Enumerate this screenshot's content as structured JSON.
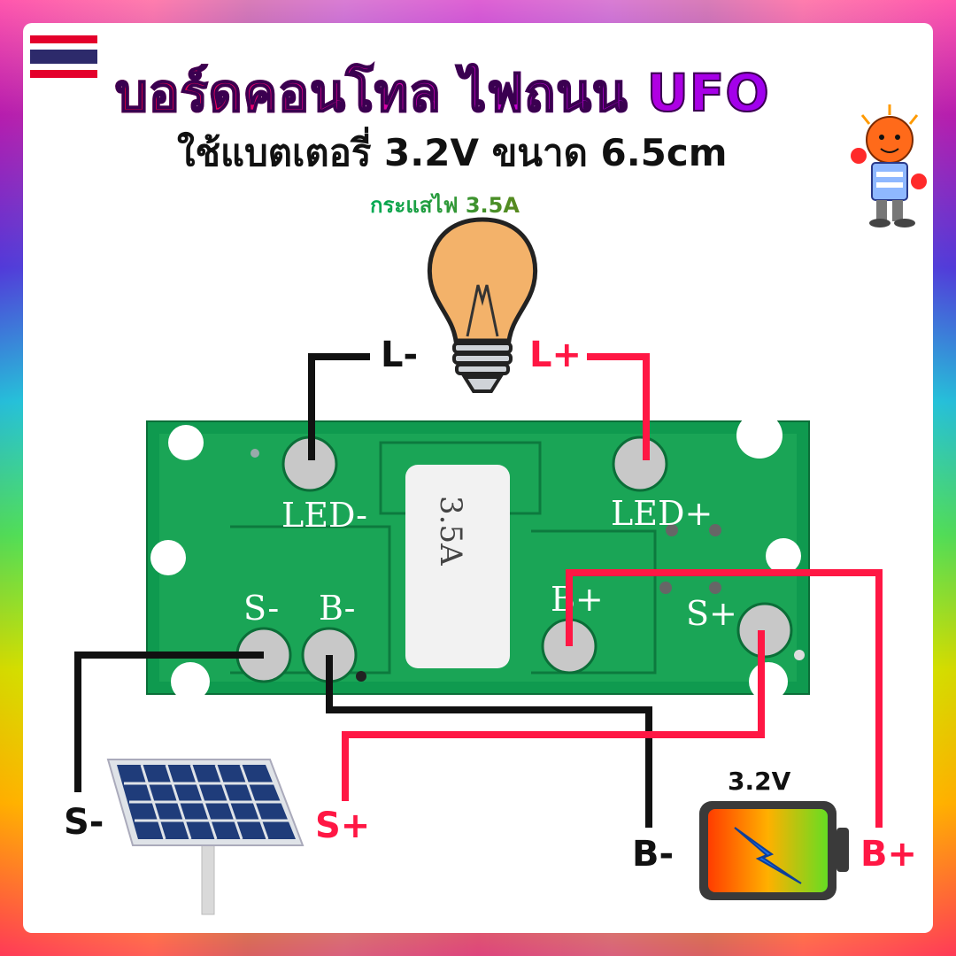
{
  "header": {
    "title": "บอร์ดคอนโทล ไฟถนน UFO",
    "subtitle": "ใช้แบตเตอรี่ 3.2V ขนาด 6.5cm",
    "current": "กระแสไฟ 3.5A"
  },
  "flag": {
    "colors": [
      "#e4002b",
      "#ffffff",
      "#2d2a6b",
      "#ffffff",
      "#e4002b"
    ]
  },
  "wires": {
    "l_minus": "L-",
    "l_plus": "L+",
    "s_minus": "S-",
    "s_plus": "S+",
    "b_minus": "B-",
    "b_plus": "B+"
  },
  "board": {
    "pad_led_minus": "LED-",
    "pad_led_plus": "LED+",
    "pad_s_minus": "S-",
    "pad_b_minus": "B-",
    "pad_b_plus": "B+",
    "pad_s_plus": "S+",
    "sticker": "3.5A"
  },
  "battery": {
    "voltage": "3.2V"
  },
  "colors": {
    "wire_negative": "#111111",
    "wire_positive": "#ff1744",
    "pcb_green": "#16a34a"
  },
  "icons": [
    "thailand-flag-icon",
    "light-bulb-icon",
    "solar-panel-icon",
    "battery-icon",
    "mascot-icon"
  ]
}
